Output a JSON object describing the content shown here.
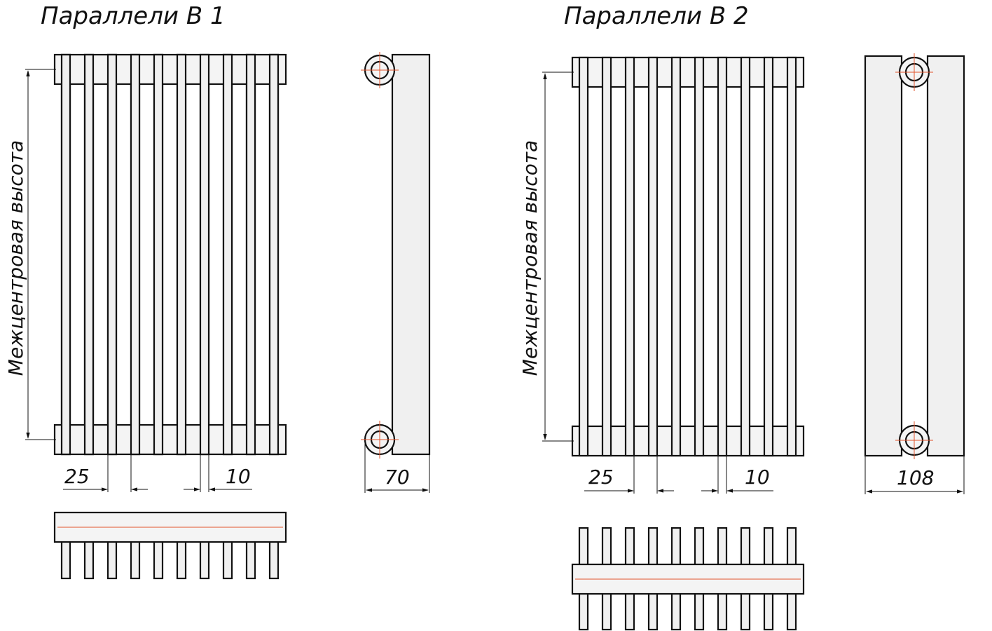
{
  "models": [
    {
      "id": "b1",
      "title": "Параллели В 1",
      "height_label": "Межцентровая высота",
      "pitch_label": "25",
      "gap_label": "10",
      "depth_label": "70",
      "tube_count": 10,
      "tube_rows": 1
    },
    {
      "id": "b2",
      "title": "Параллели В 2",
      "height_label": "Межцентровая высота",
      "pitch_label": "25",
      "gap_label": "10",
      "depth_label": "108",
      "tube_count": 10,
      "tube_rows": 2
    }
  ]
}
